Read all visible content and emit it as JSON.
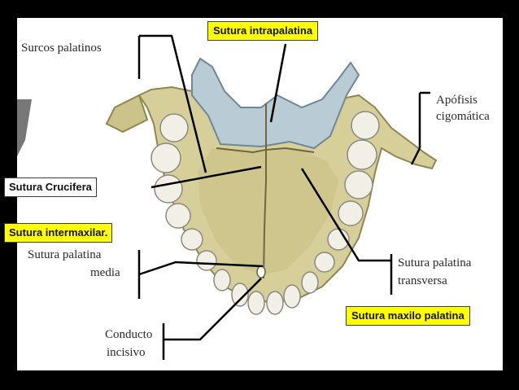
{
  "labels": {
    "intrapalatina": "Sutura intrapalatina",
    "crucifera": "Sutura Crucifera",
    "intermaxilar": "Sutura intermaxilar.",
    "maxilo_palatina": "Sutura maxilo palatina"
  },
  "printed": {
    "surcos": "Surcos palatinos",
    "apofisis_1": "Apófisis",
    "apofisis_2": "cigomática",
    "palatina_media_1": "Sutura palatina",
    "palatina_media_2": "media",
    "transversa_1": "Sutura palatina",
    "transversa_2": "transversa",
    "conducto_1": "Conducto",
    "conducto_2": "incisivo"
  },
  "colors": {
    "bone": "#d6cf9a",
    "bone_shadow": "#b8ae6e",
    "palatine_bone": "#b9cbd4",
    "tooth": "#f1efe6",
    "label_yellow": "#ffff00"
  }
}
